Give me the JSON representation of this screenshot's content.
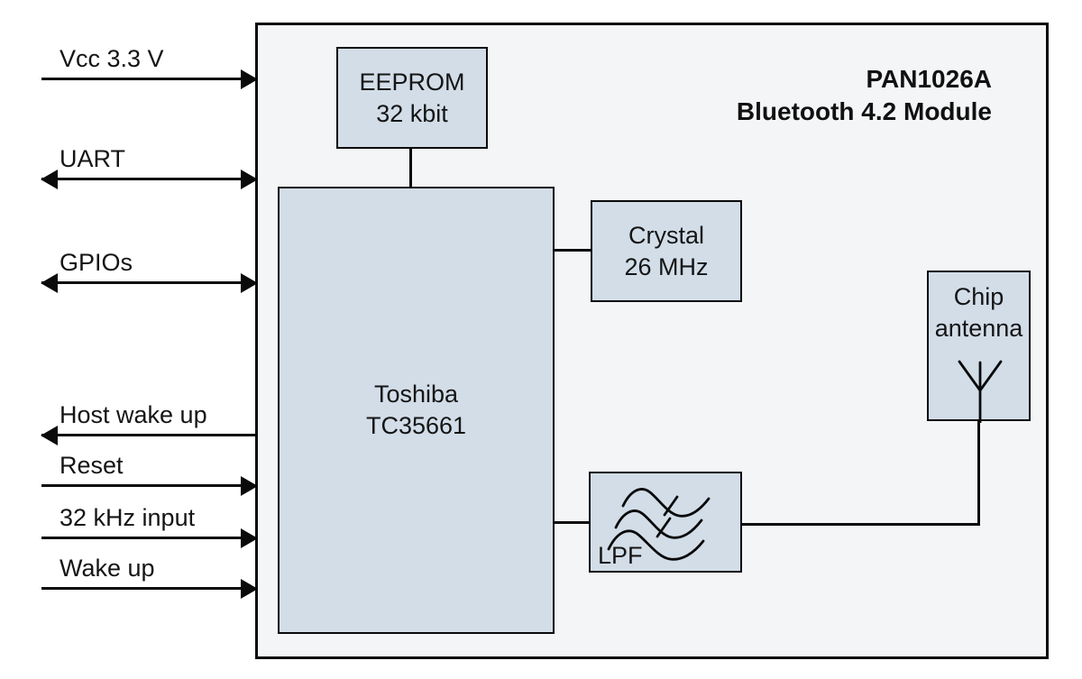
{
  "module": {
    "title_line1": "PAN1026A",
    "title_line2": "Bluetooth 4.2 Module"
  },
  "blocks": {
    "eeprom": {
      "line1": "EEPROM",
      "line2": "32 kbit"
    },
    "soc": {
      "line1": "Toshiba",
      "line2": "TC35661"
    },
    "crystal": {
      "line1": "Crystal",
      "line2": "26 MHz"
    },
    "lpf": {
      "label": "LPF"
    },
    "antenna": {
      "line1": "Chip",
      "line2": "antenna"
    }
  },
  "signals": [
    {
      "label": "Vcc 3.3 V",
      "direction": "in"
    },
    {
      "label": "UART",
      "direction": "bidirectional"
    },
    {
      "label": "GPIOs",
      "direction": "bidirectional"
    },
    {
      "label": "Host wake up",
      "direction": "out"
    },
    {
      "label": "Reset",
      "direction": "in"
    },
    {
      "label": "32 kHz input",
      "direction": "in"
    },
    {
      "label": "Wake up",
      "direction": "in"
    }
  ],
  "connections": [
    {
      "from": "EEPROM 32 kbit",
      "to": "Toshiba TC35661"
    },
    {
      "from": "Toshiba TC35661",
      "to": "Crystal 26 MHz"
    },
    {
      "from": "Toshiba TC35661",
      "to": "LPF"
    },
    {
      "from": "LPF",
      "to": "Chip antenna"
    }
  ],
  "colors": {
    "block_fill": "#d2dde8",
    "module_fill": "#f4f5f7",
    "line": "#0a0a0a",
    "background": "#ffffff"
  }
}
